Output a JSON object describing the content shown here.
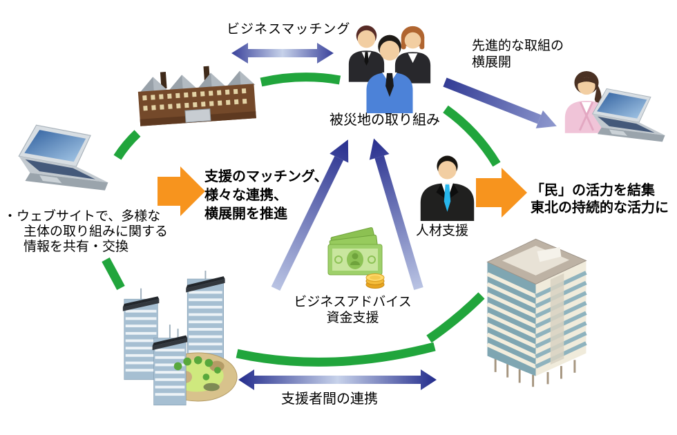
{
  "diagram": {
    "type": "flow-diagram",
    "language": "ja",
    "theme": "disaster-recovery business support network"
  },
  "colors": {
    "green_arc": "#21A53C",
    "navy": "#232C8C",
    "navy_light": "#C7D2EA",
    "slate": "#4A55A8",
    "slate_light": "#8F99CE",
    "orange": "#F7941E",
    "text": "#000000",
    "background": "#FFFFFF"
  },
  "labels": {
    "business_matching": "ビジネスマッチング",
    "advanced_initiatives": {
      "lines": [
        "先進的な取組の",
        "横展開"
      ]
    },
    "disaster_area": "被災地の取り組み",
    "website_note": {
      "lines": [
        "・ウェブサイトで、多様な",
        "主体の取り組みに関する",
        "情報を共有・交換"
      ]
    },
    "promote": {
      "lines": [
        "支援のマッチング、",
        "様々な連携、",
        "横展開を推進"
      ]
    },
    "business_advice": {
      "lines": [
        "ビジネスアドバイス",
        "資金支援"
      ]
    },
    "hr_support": "人材支援",
    "civic_power": {
      "lines": [
        "「民」の活力を結集",
        "東北の持続的な活力に"
      ]
    },
    "supporter_collaboration": "支援者間の連携"
  },
  "icons": {
    "factory": "factory-building",
    "people_group": "three-business-people",
    "woman": "woman-office-worker",
    "laptop_left": "laptop-computer",
    "laptop_right": "laptop-computer",
    "money": "cash-bills-and-coins",
    "businessman": "business-man-suit",
    "city": "city-buildings-with-park",
    "office_tower": "office-skyscraper"
  }
}
